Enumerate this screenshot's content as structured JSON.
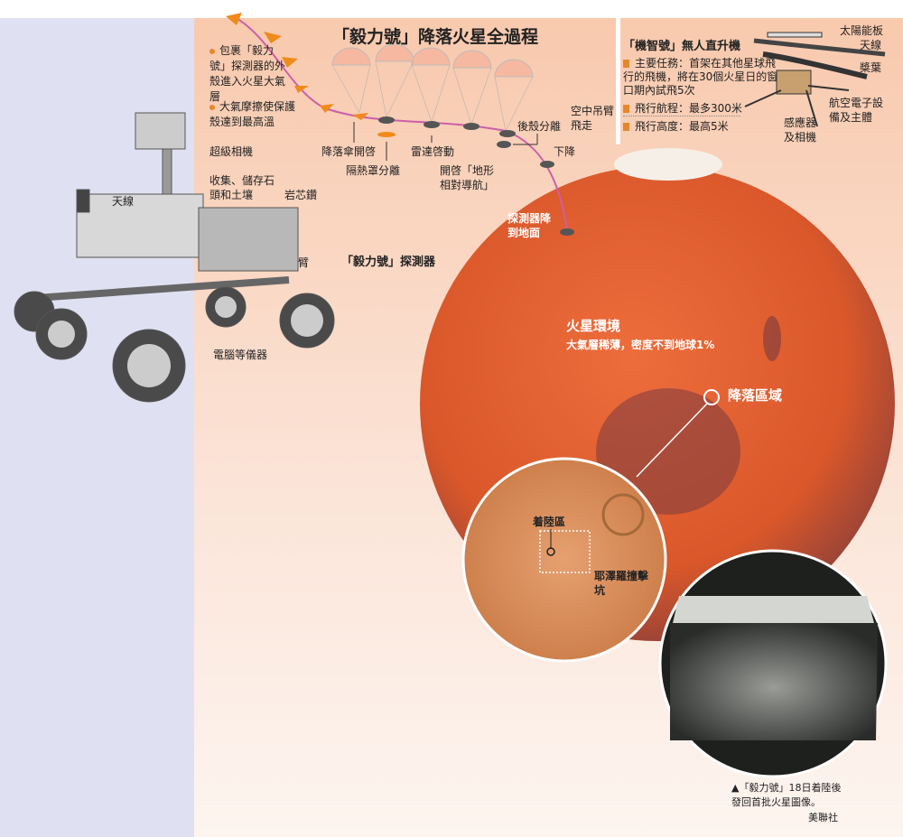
{
  "title": "「毅力號」降落火星全過程",
  "descent": {
    "notes": [
      "包裹「毅力號」探測器的外殼進入火星大氣層",
      "大氣摩擦使保護殼達到最高溫"
    ],
    "steps": {
      "parachute": "降落傘開啓",
      "heatshield": "隔熱罩分離",
      "radar": "雷達啓動",
      "terrain": "開啓「地形相對導航」",
      "backshell": "後殼分離",
      "descend": "下降",
      "skycrane": "空中吊臂飛走",
      "touchdown": "探測器降到地面"
    }
  },
  "rover": {
    "label": "「毅力號」探測器",
    "parts": {
      "camera": "超級相機",
      "antenna": "天線",
      "collect": "收集、儲存石頭和土壤",
      "drill": "岩芯鑽",
      "arm": "臂",
      "computer": "電腦等儀器"
    }
  },
  "helicopter": {
    "title": "「機智號」無人直升機",
    "facts": [
      "主要任務：首架在其他星球飛行的飛機，將在30個火星日的窗口期內試飛5次",
      "飛行航程：最多300米",
      "飛行高度：最高5米"
    ],
    "parts": {
      "solar": "太陽能板",
      "antenna": "天線",
      "blades": "槳葉",
      "avionics": "航空電子設備及主體",
      "sensors": "感應器及相機"
    }
  },
  "mars": {
    "env_title": "火星環境",
    "env_desc": "大氣層稀薄，密度不到地球1%",
    "landing_area": "降落區域",
    "landing_zone": "着陸區",
    "crater": "耶澤羅撞擊坑"
  },
  "photo": {
    "caption": "▲「毅力號」18日着陸後發回首批火星圖像。",
    "credit": "美聯社"
  },
  "colors": {
    "accent": "#e8862a",
    "path": "#cc5fa8",
    "mars": "#d9572a",
    "panel": "#f8c9ad",
    "left_panel": "#dfe1f3"
  }
}
